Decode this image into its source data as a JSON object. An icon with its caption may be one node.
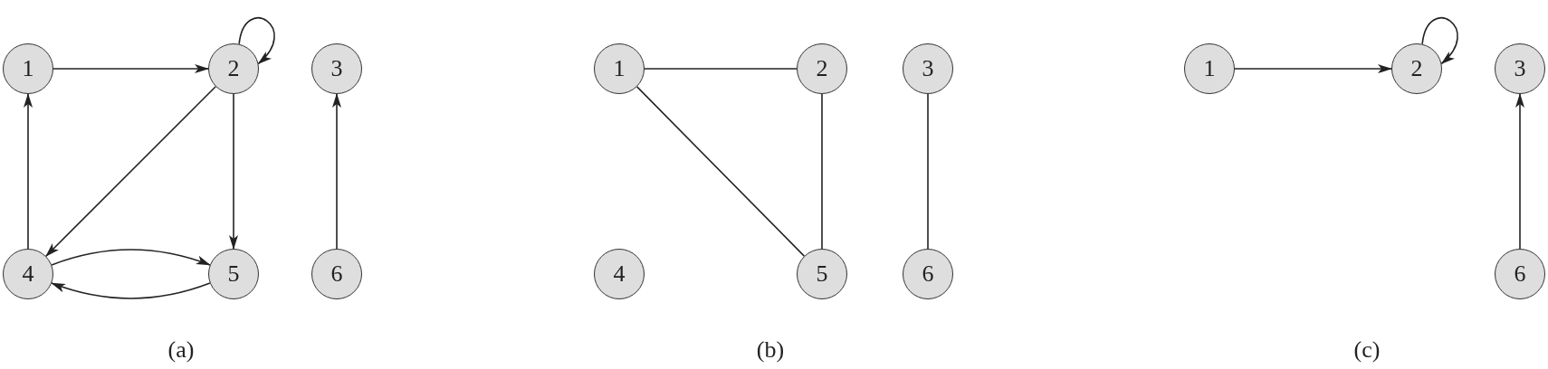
{
  "diagram": {
    "nodes": [
      {
        "text": [
          "1"
        ]
      },
      {
        "text": [
          "2"
        ]
      },
      {
        "text": [
          "3"
        ]
      },
      {
        "text": [
          "4"
        ]
      },
      {
        "text": [
          "5"
        ]
      },
      {
        "text": [
          "6"
        ]
      },
      {
        "text": [
          "1"
        ]
      },
      {
        "text": [
          "2"
        ]
      },
      {
        "text": [
          "3"
        ]
      },
      {
        "text": [
          "4"
        ]
      },
      {
        "text": [
          "5"
        ]
      },
      {
        "text": [
          "6"
        ]
      },
      {
        "text": [
          "1"
        ]
      },
      {
        "text": [
          "2"
        ]
      },
      {
        "text": [
          "3"
        ]
      },
      {
        "text": [
          "6"
        ]
      }
    ],
    "edges": [
      {
        "from": 0,
        "to": 1,
        "arrow": "to"
      },
      {
        "from": 1,
        "to": 1,
        "arrow": "to"
      },
      {
        "from": 1,
        "to": 3,
        "arrow": "to"
      },
      {
        "from": 1,
        "to": 4,
        "arrow": "to"
      },
      {
        "from": 3,
        "to": 0,
        "arrow": "to"
      },
      {
        "from": 5,
        "to": 2,
        "arrow": "to"
      },
      {
        "from": 3,
        "to": 4,
        "arrow": "to"
      },
      {
        "from": 4,
        "to": 3,
        "arrow": "to"
      },
      {
        "from": 6,
        "to": 7,
        "arrow": "none"
      },
      {
        "from": 6,
        "to": 10,
        "arrow": "none"
      },
      {
        "from": 7,
        "to": 10,
        "arrow": "none"
      },
      {
        "from": 8,
        "to": 11,
        "arrow": "none"
      },
      {
        "from": 12,
        "to": 13,
        "arrow": "to"
      },
      {
        "from": 13,
        "to": 13,
        "arrow": "to"
      },
      {
        "from": 15,
        "to": 14,
        "arrow": "to"
      }
    ],
    "labels": [
      "(a)",
      "(b)",
      "(c)"
    ]
  }
}
